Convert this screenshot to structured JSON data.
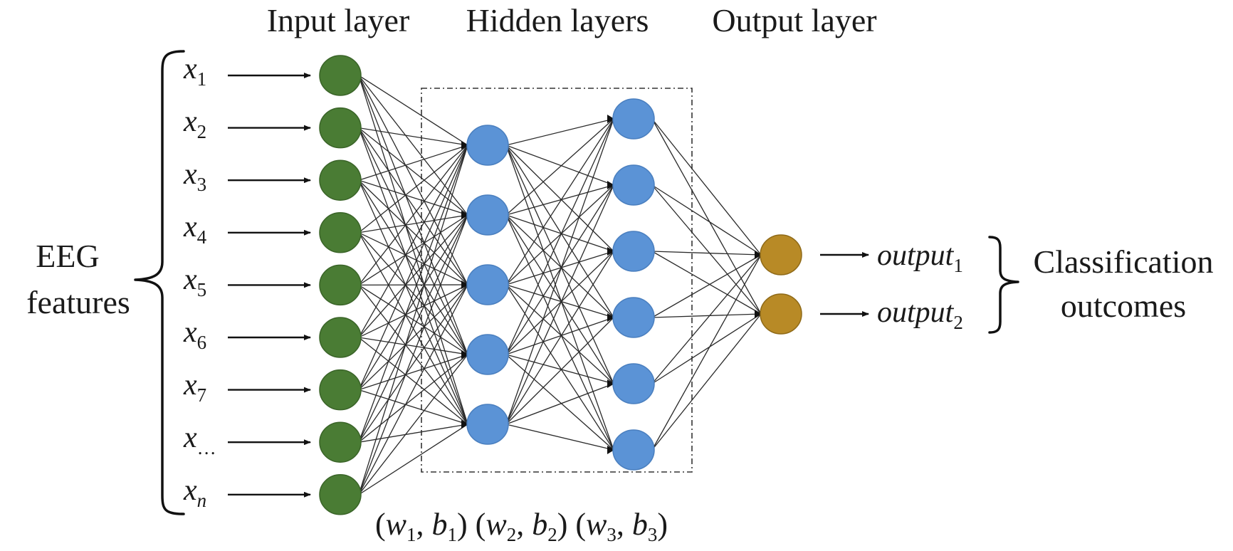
{
  "headers": {
    "input": "Input layer",
    "hidden": "Hidden layers",
    "output": "Output layer"
  },
  "left_label": {
    "line1": "EEG",
    "line2": "features"
  },
  "right_label": {
    "line1": "Classification",
    "line2": "outcomes"
  },
  "inputs": [
    {
      "var": "x",
      "sub": "1"
    },
    {
      "var": "x",
      "sub": "2"
    },
    {
      "var": "x",
      "sub": "3"
    },
    {
      "var": "x",
      "sub": "4"
    },
    {
      "var": "x",
      "sub": "5"
    },
    {
      "var": "x",
      "sub": "6"
    },
    {
      "var": "x",
      "sub": "7"
    },
    {
      "var": "x",
      "sub": "…"
    },
    {
      "var": "x",
      "sub": "n"
    }
  ],
  "outputs": [
    {
      "var": "output",
      "sub": "1"
    },
    {
      "var": "output",
      "sub": "2"
    }
  ],
  "weights": [
    {
      "w": "w",
      "ws": "1",
      "b": "b",
      "bs": "1"
    },
    {
      "w": "w",
      "ws": "2",
      "b": "b",
      "bs": "2"
    },
    {
      "w": "w",
      "ws": "3",
      "b": "b",
      "bs": "3"
    }
  ],
  "layers": {
    "input_count": 9,
    "hidden1_count": 5,
    "hidden2_count": 6,
    "output_count": 2
  },
  "colors": {
    "input_node": "#4a7c34",
    "hidden_node": "#5b93d6",
    "output_node": "#b88a26"
  }
}
